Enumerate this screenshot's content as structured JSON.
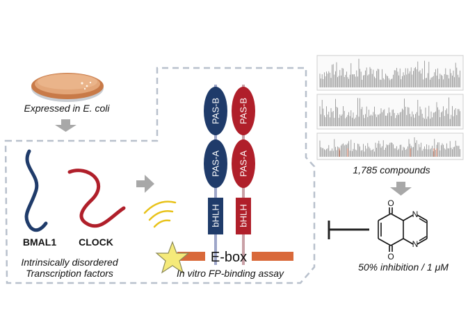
{
  "culture": {
    "label": "Expressed in E. coli"
  },
  "proteins": {
    "bmal1": "BMAL1",
    "clock": "CLOCK",
    "desc_line1": "Intrinsically disordered",
    "desc_line2": "Transcription factors"
  },
  "complex": {
    "left_domains": [
      "PAS-B",
      "PAS-A",
      "bHLH"
    ],
    "right_domains": [
      "PAS-B",
      "PAS-A",
      "bHLH"
    ],
    "dna_label": "E-box",
    "assay_label": "In vitro FP-binding assay"
  },
  "screen": {
    "label": "1,785 compounds"
  },
  "hit": {
    "label": "50% inhibition / 1 μM",
    "atoms": [
      "O",
      "O",
      "N",
      "N"
    ]
  },
  "colors": {
    "navy": "#1f3b6a",
    "red": "#b01f2a",
    "dna": "#d9693a",
    "star": "#f5ea7a",
    "dashed": "#b8c0cc",
    "arrow": "#a8a8a8",
    "dish": "#d9976a"
  }
}
